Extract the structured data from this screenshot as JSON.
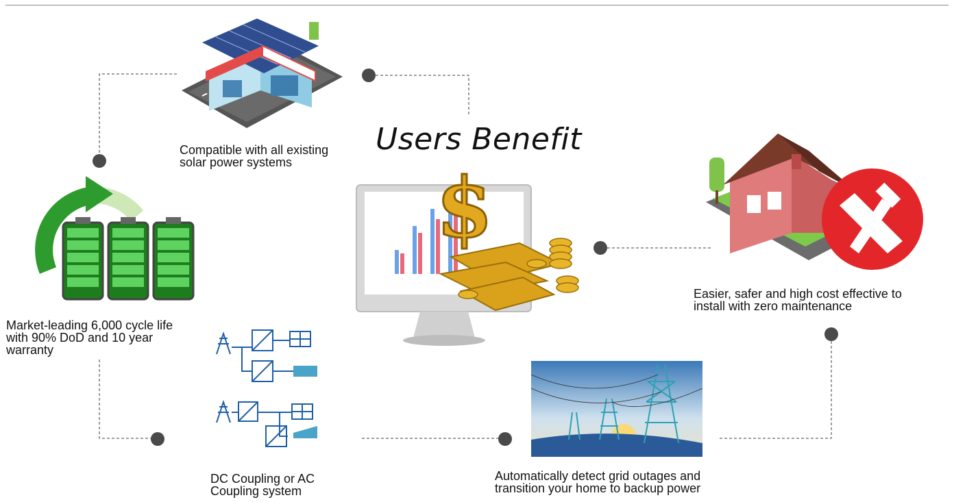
{
  "title": "Users Benefit",
  "benefits": [
    {
      "id": "compatible",
      "text": [
        "Compatible with all existing",
        "solar power systems"
      ]
    },
    {
      "id": "install",
      "text": [
        "Easier, safer and high cost effective to",
        "install with zero maintenance"
      ]
    },
    {
      "id": "cycle",
      "text": [
        "Market-leading 6,000 cycle life",
        "with 90% DoD and 10 year",
        "warranty"
      ]
    },
    {
      "id": "coupling",
      "text": [
        "DC Coupling or AC",
        "Coupling system"
      ]
    },
    {
      "id": "backup",
      "text": [
        "Automatically detect grid outages and",
        "transition your home to backup power"
      ]
    }
  ],
  "icons": [
    "shop-icon",
    "house-tools-icon",
    "battery-cycle-icon",
    "coupling-diagram-icon",
    "power-tower-icon",
    "monitor-gold-icon"
  ],
  "colors": {
    "dot": "#4a4a4a",
    "line": "#666666",
    "battery": "#2e9b2e",
    "tools": "#e3262a",
    "gold": "#d9a21a"
  }
}
